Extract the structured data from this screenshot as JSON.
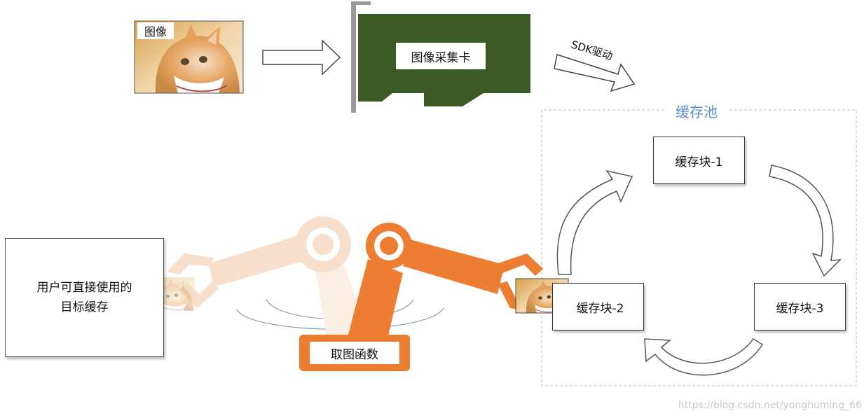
{
  "source_image": {
    "label": "图像"
  },
  "capture_card": {
    "label": "图像采集卡"
  },
  "driver_arrow": {
    "label": "SDK驱动"
  },
  "buffer_pool": {
    "title": "缓存池",
    "blocks": [
      "缓存块-1",
      "缓存块-2",
      "缓存块-3"
    ]
  },
  "user_buffer": {
    "label_line1": "用户可直接使用的",
    "label_line2": "目标缓存"
  },
  "grab_function": {
    "label": "取图函数"
  },
  "watermark": "https://blog.csdn.net/yonghuming_66",
  "colors": {
    "card_green": "#3b5a24",
    "bracket_gray": "#999999",
    "robot_orange": "#ed7d31",
    "robot_faded": "#f8dfcc",
    "pool_title": "#5b8fc7"
  }
}
